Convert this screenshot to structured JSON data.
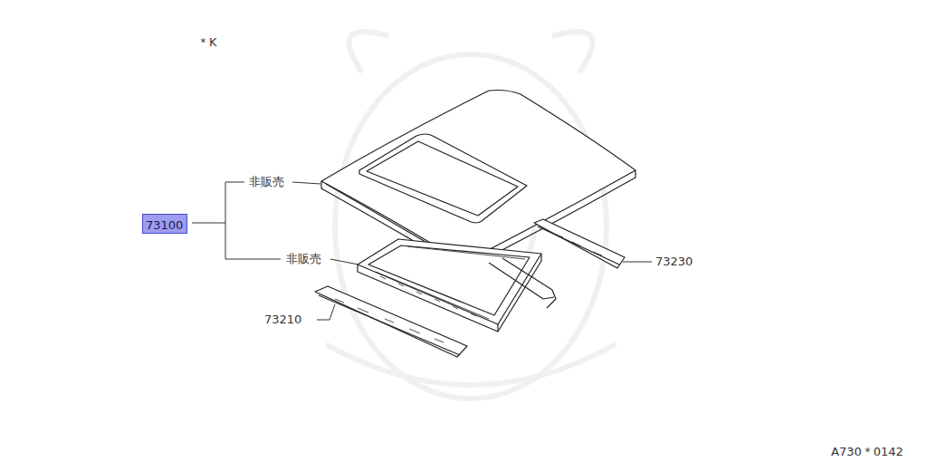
{
  "diagram": {
    "nodes": [
      {
        "text": [
          "73100"
        ]
      }
    ],
    "labels": [
      "＊K",
      "非販売",
      "非販売",
      "73230",
      "73210",
      "A730＊0142"
    ]
  }
}
